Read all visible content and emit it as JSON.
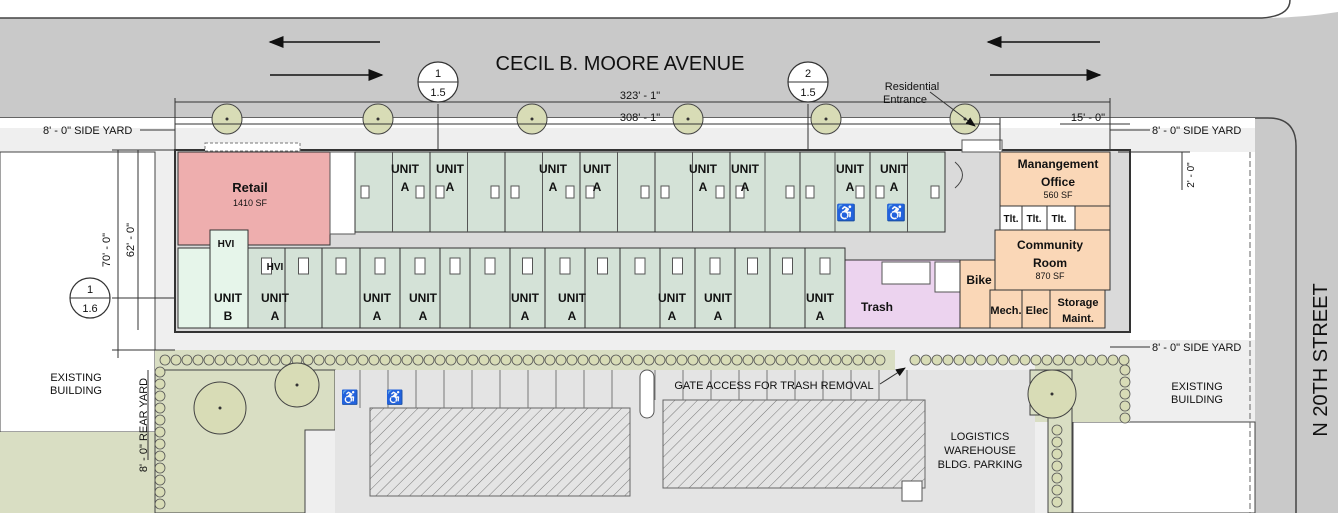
{
  "streets": {
    "north": "CECIL B. MOORE AVENUE",
    "east": "N 20TH STREET"
  },
  "dimensions": {
    "overall_323": "323' - 1\"",
    "overall_308": "308' - 1\"",
    "side_15": "15' - 0\"",
    "depth_62": "62' - 0\"",
    "depth_70": "70' - 0\"",
    "setback_2": "2' - 0\""
  },
  "yards": {
    "side_nw": "8' - 0\" SIDE YARD",
    "side_ne": "8' - 0\" SIDE YARD",
    "side_se": "8' - 0\" SIDE YARD",
    "rear": "8' - 0\" REAR YARD"
  },
  "section_markers": [
    {
      "top": "1",
      "bottom": "1.5"
    },
    {
      "top": "2",
      "bottom": "1.5"
    },
    {
      "top": "1",
      "bottom": "1.6"
    }
  ],
  "labels": {
    "residential_entrance": "Residential Entrance",
    "gate_access": "GATE ACCESS FOR TRASH REMOVAL",
    "existing_building_left": "EXISTING BUILDING",
    "existing_building_right": "EXISTING BUILDING",
    "logistics": "LOGISTICS WAREHOUSE BLDG. PARKING"
  },
  "rooms": {
    "retail": {
      "name": "Retail",
      "area": "1410 SF"
    },
    "office": {
      "name": "Manangement Office",
      "area": "560 SF"
    },
    "community": {
      "name": "Community Room",
      "area": "870 SF"
    },
    "trash": "Trash",
    "bike": "Bike",
    "mech": "Mech.",
    "elec": "Elec",
    "storage": "Storage Maint.",
    "toilet": "Tlt.",
    "hvi": "HVI",
    "unit_word": "UNIT",
    "type_a": "A",
    "type_b": "B"
  },
  "colors": {
    "road": "#c9c9c9",
    "site": "#ebebeb",
    "unit": "#d4e2d7",
    "retail": "#eeaeae",
    "amenity": "#fad7b7",
    "trash": "#ecd3ef",
    "hvi_unit": "#e6f5ea",
    "landscape": "#d9dec3",
    "tree": "#d8dcb6"
  }
}
